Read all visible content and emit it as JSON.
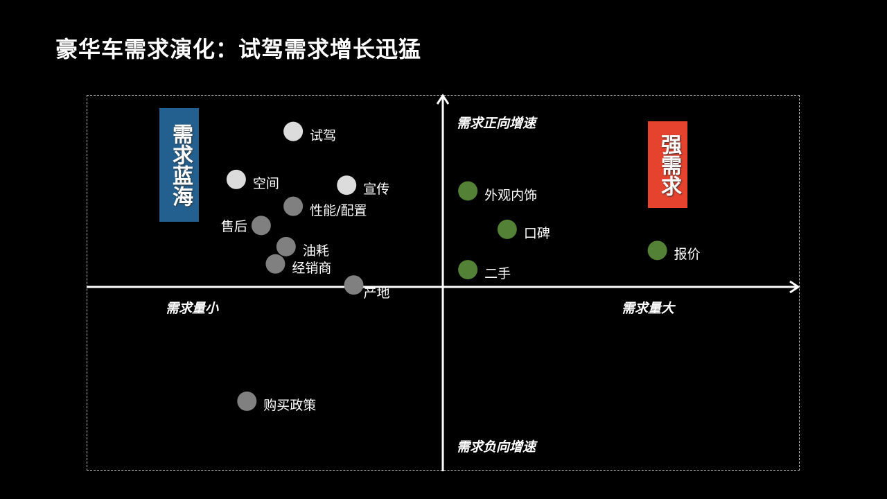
{
  "title": "豪华车需求演化：试驾需求增长迅猛",
  "colors": {
    "light": "#dcdcdc",
    "gray": "#808080",
    "green": "#538135",
    "blue_badge": "#23608f",
    "red_badge": "#e5432d"
  },
  "chart_data": {
    "type": "scatter",
    "title": "豪华车需求演化：试驾需求增长迅猛",
    "xlabel_left": "需求量小",
    "xlabel_right": "需求量大",
    "ylabel_top": "需求正向增速",
    "ylabel_bottom": "需求负向增速",
    "xlim": [
      -10,
      10
    ],
    "ylim": [
      -10,
      10
    ],
    "quadrant_labels": {
      "top_left": "需求蓝海",
      "top_right": "强需求"
    },
    "points": [
      {
        "label": "试驾",
        "x": -4.2,
        "y": 8.1,
        "color": "light",
        "label_position": "right"
      },
      {
        "label": "空间",
        "x": -5.8,
        "y": 5.6,
        "color": "light",
        "label_position": "right"
      },
      {
        "label": "宣传",
        "x": -2.7,
        "y": 5.3,
        "color": "light",
        "label_position": "right"
      },
      {
        "label": "性能/配置",
        "x": -4.2,
        "y": 4.2,
        "color": "gray",
        "label_position": "right"
      },
      {
        "label": "售后",
        "x": -5.1,
        "y": 3.2,
        "color": "gray",
        "label_position": "left"
      },
      {
        "label": "油耗",
        "x": -4.4,
        "y": 2.1,
        "color": "gray",
        "label_position": "right"
      },
      {
        "label": "经销商",
        "x": -4.7,
        "y": 1.2,
        "color": "gray",
        "label_position": "right"
      },
      {
        "label": "产地",
        "x": -2.5,
        "y": 0.1,
        "color": "gray",
        "label_position": "below-right"
      },
      {
        "label": "购买政策",
        "x": -5.5,
        "y": -6.2,
        "color": "gray",
        "label_position": "right"
      },
      {
        "label": "外观内饰",
        "x": 0.7,
        "y": 5.0,
        "color": "green",
        "label_position": "right"
      },
      {
        "label": "口碑",
        "x": 1.8,
        "y": 3.0,
        "color": "green",
        "label_position": "right"
      },
      {
        "label": "二手",
        "x": 0.7,
        "y": 0.9,
        "color": "green",
        "label_position": "right"
      },
      {
        "label": "报价",
        "x": 6.0,
        "y": 1.9,
        "color": "green",
        "label_position": "right"
      }
    ]
  }
}
